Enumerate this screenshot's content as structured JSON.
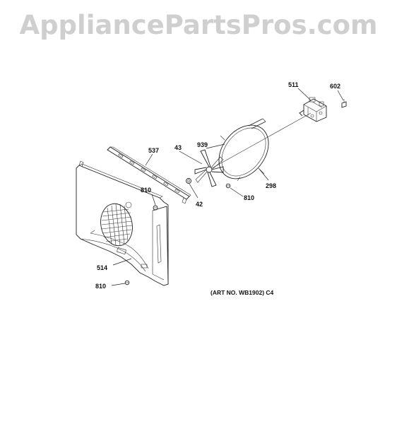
{
  "watermark": "AppliancePartsPros.com",
  "art_note": "(ART NO. WB1902) C4",
  "callouts": {
    "c511": "511",
    "c602": "602",
    "c537": "537",
    "c43": "43",
    "c939": "939",
    "c810_a": "810",
    "c42": "42",
    "c298": "298",
    "c810_b": "810",
    "c514": "514",
    "c810_c": "810"
  }
}
